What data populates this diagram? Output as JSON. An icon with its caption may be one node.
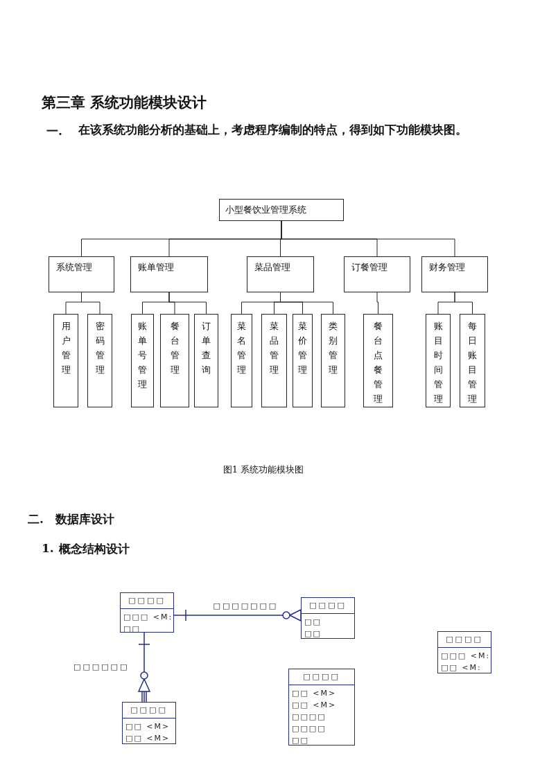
{
  "diagram": {
    "title": "第三章  系统功能模块设计",
    "caption": "图1 系统功能模块图",
    "labels": [
      "一.",
      "在该系统功能分析的基础上，考虑程序编制的特点，得到如下功能模块图。",
      "二.",
      "数据库设计",
      "1.",
      "概念结构设计"
    ],
    "nodes": [
      {
        "text": [
          "小型餐饮业管理系统"
        ]
      },
      {
        "text": [
          "系统管理"
        ]
      },
      {
        "text": [
          "账单管理"
        ]
      },
      {
        "text": [
          "菜品管理"
        ]
      },
      {
        "text": [
          "订餐管理"
        ]
      },
      {
        "text": [
          "财务管理"
        ]
      },
      {
        "text": [
          "用户管理"
        ]
      },
      {
        "text": [
          "密码管理"
        ]
      },
      {
        "text": [
          "账单号管理"
        ]
      },
      {
        "text": [
          "餐台管理"
        ]
      },
      {
        "text": [
          "订单查询"
        ]
      },
      {
        "text": [
          "菜名管理"
        ]
      },
      {
        "text": [
          "菜品管理"
        ]
      },
      {
        "text": [
          "菜价管理"
        ]
      },
      {
        "text": [
          "类别管理"
        ]
      },
      {
        "text": [
          "餐台点餐管理"
        ]
      },
      {
        "text": [
          "账目时间管理"
        ]
      },
      {
        "text": [
          "每日账目管理"
        ]
      },
      {
        "text": [
          "□□□□",
          "□□□ <M:",
          "□□"
        ]
      },
      {
        "text": [
          "□□□□",
          "□□",
          "□□"
        ]
      },
      {
        "text": [
          "□□□□",
          "□□ <M>",
          "□□ <M>"
        ]
      },
      {
        "text": [
          "□□□□",
          "□□ <M>",
          "□□ <M>",
          "□□□□",
          "□□□□",
          "□□"
        ]
      },
      {
        "text": [
          "□□□□",
          "□□□ <M:",
          "□□ <M:"
        ]
      }
    ],
    "edges": [
      {
        "from": 0,
        "to": 1,
        "arrow": "none"
      },
      {
        "from": 0,
        "to": 2,
        "arrow": "none"
      },
      {
        "from": 0,
        "to": 3,
        "arrow": "none"
      },
      {
        "from": 0,
        "to": 4,
        "arrow": "none"
      },
      {
        "from": 0,
        "to": 5,
        "arrow": "none"
      },
      {
        "from": 1,
        "to": 6,
        "arrow": "none"
      },
      {
        "from": 1,
        "to": 7,
        "arrow": "none"
      },
      {
        "from": 2,
        "to": 8,
        "arrow": "none"
      },
      {
        "from": 2,
        "to": 9,
        "arrow": "none"
      },
      {
        "from": 2,
        "to": 10,
        "arrow": "none"
      },
      {
        "from": 3,
        "to": 11,
        "arrow": "none"
      },
      {
        "from": 3,
        "to": 12,
        "arrow": "none"
      },
      {
        "from": 3,
        "to": 13,
        "arrow": "none"
      },
      {
        "from": 3,
        "to": 14,
        "arrow": "none"
      },
      {
        "from": 4,
        "to": 15,
        "arrow": "none"
      },
      {
        "from": 5,
        "to": 16,
        "arrow": "none"
      },
      {
        "from": 5,
        "to": 17,
        "arrow": "none"
      },
      {
        "from": 18,
        "to": 19,
        "arrow": "other",
        "label": "□□□□□□□",
        "color": "#232a8c"
      },
      {
        "from": 18,
        "to": 20,
        "arrow": "other",
        "label": "□□□□□□",
        "color": "#232a8c"
      }
    ]
  }
}
